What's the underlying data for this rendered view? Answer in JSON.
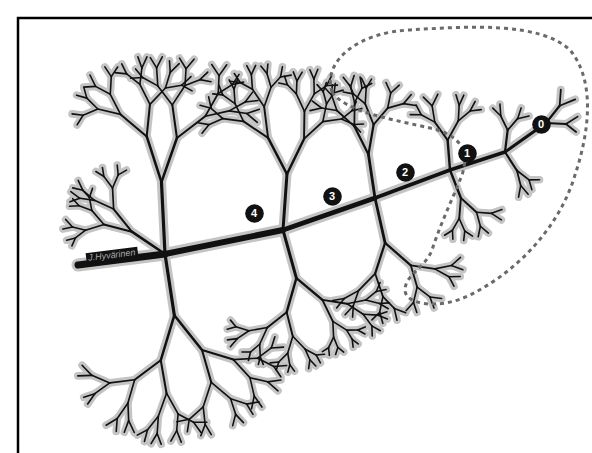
{
  "diagram": {
    "nodes": [
      {
        "text": [
          "0"
        ]
      },
      {
        "text": [
          "1"
        ]
      },
      {
        "text": [
          "2"
        ]
      },
      {
        "text": [
          "3"
        ]
      },
      {
        "text": [
          "4"
        ]
      }
    ],
    "labels": [
      "J.Hyvärinen"
    ]
  }
}
